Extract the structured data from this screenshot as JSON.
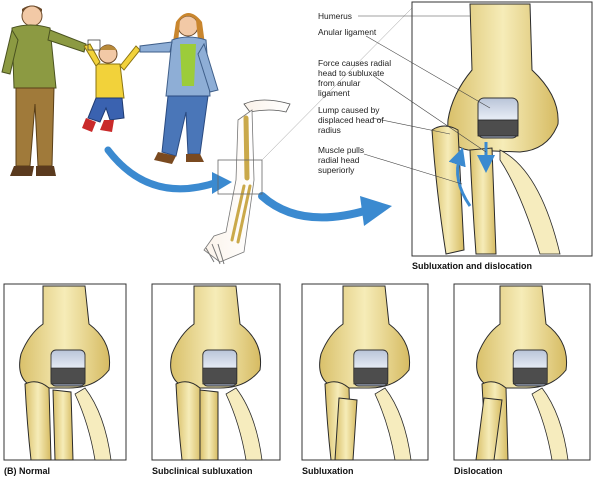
{
  "top_labels": {
    "humerus": "Humerus",
    "anular_ligament": "Anular ligament",
    "force": "Force causes radial head to subluxate from anular ligament",
    "lump": "Lump caused by displaced head of radius",
    "muscle": "Muscle pulls radial head superiorly"
  },
  "top_caption": "Subluxation and dislocation",
  "panel_captions": [
    "(B) Normal",
    "Subclinical subluxation",
    "Subluxation",
    "Dislocation"
  ],
  "colors": {
    "bone": "#f3e6a6",
    "bone_shade": "#d9c06a",
    "cartilage": "#c9d3e6",
    "ligament": "#4d4d4d",
    "arrow": "#3b8ad0",
    "outline": "#2a2a2a"
  }
}
